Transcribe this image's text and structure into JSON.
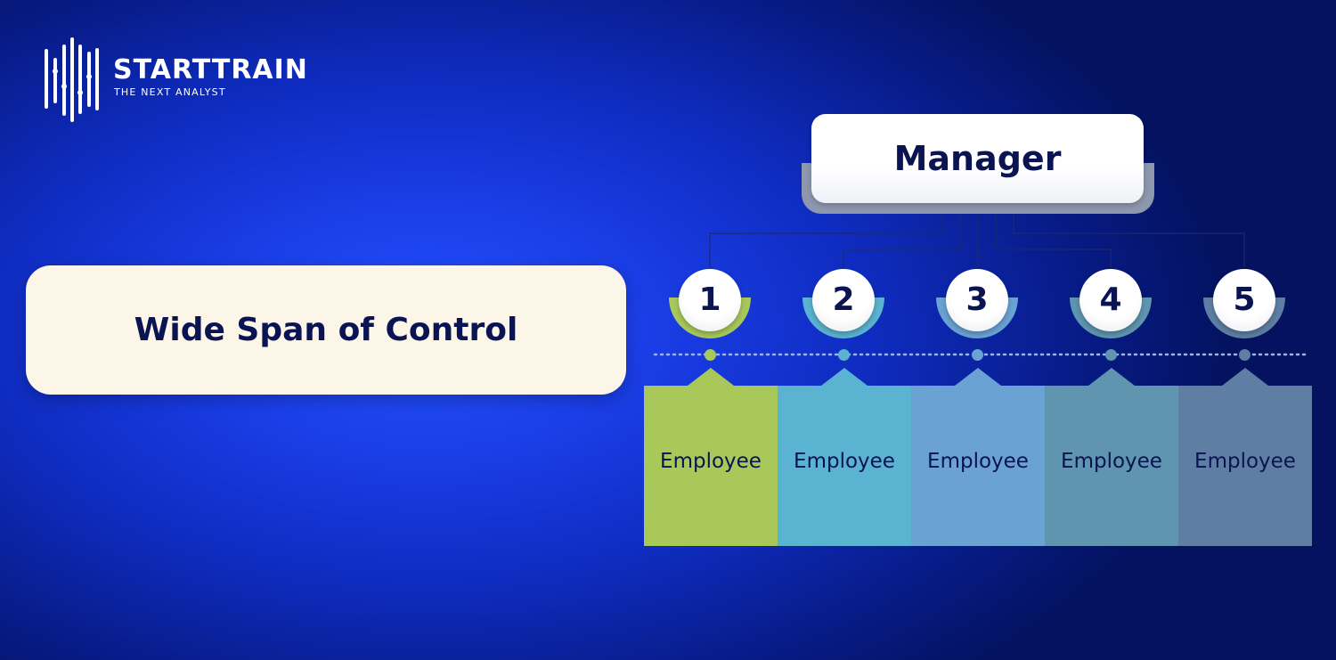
{
  "brand": {
    "name": "STARTTRAIN",
    "tagline": "THE NEXT ANALYST"
  },
  "title": "Wide Span of Control",
  "manager": {
    "label": "Manager"
  },
  "employees": [
    {
      "number": "1",
      "label": "Employee",
      "color": "#a8c85a"
    },
    {
      "number": "2",
      "label": "Employee",
      "color": "#5ab3d0"
    },
    {
      "number": "3",
      "label": "Employee",
      "color": "#6aa2d4"
    },
    {
      "number": "4",
      "label": "Employee",
      "color": "#5f95ae"
    },
    {
      "number": "5",
      "label": "Employee",
      "color": "#5e7fa3"
    }
  ],
  "colors": {
    "background": "#1a3de6",
    "title_card": "#fcf6e8",
    "text_dark": "#0b1452",
    "manager_shadow": "#8d97ad",
    "connector": "#1b2b6e"
  }
}
